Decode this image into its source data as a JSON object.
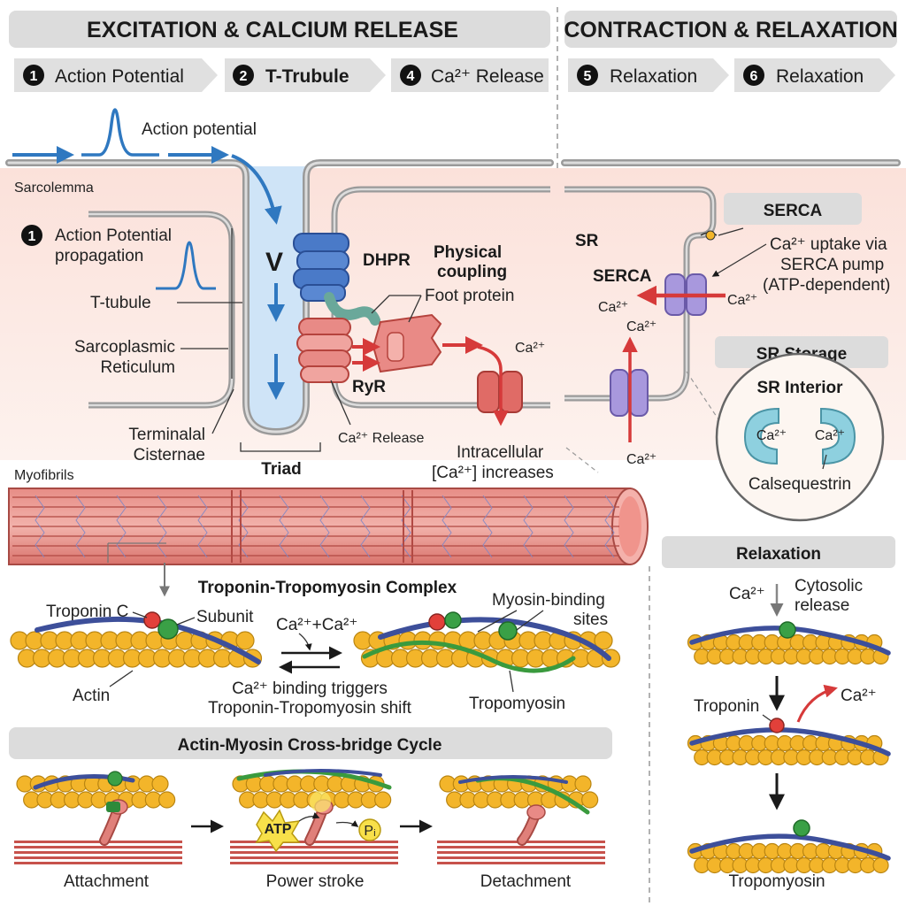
{
  "headers": {
    "left": "EXCITATION & CALCIUM RELEASE",
    "right": "CONTRACTION & RELAXATION"
  },
  "steps": [
    {
      "num": "1",
      "label": "Action Potential"
    },
    {
      "num": "2",
      "label": "T-Trubule"
    },
    {
      "num": "4",
      "label": "Ca²⁺ Release"
    },
    {
      "num": "5",
      "label": "Relaxation"
    },
    {
      "num": "6",
      "label": "Relaxation"
    }
  ],
  "excitation": {
    "action_potential": "Action potential",
    "sarcolemma": "Sarcolemma",
    "ap_propagation_num": "1",
    "ap_propagation_line1": "Action Potential",
    "ap_propagation_line2": "propagation",
    "t_tubule": "T-tubule",
    "sr_line1": "Sarcoplasmic",
    "sr_line2": "Reticulum",
    "terminal_line1": "Terminalal",
    "terminal_line2": "Cisternae",
    "v_label": "V",
    "triad": "Triad",
    "dhpr": "DHPR",
    "ryr": "RyR",
    "ca_release": "Ca²⁺ Release",
    "physical_line1": "Physical",
    "physical_line2": "coupling",
    "foot_protein": "Foot protein",
    "ca": "Ca²⁺",
    "intra_line1": "Intracellular",
    "intra_line2": "[Ca²⁺] increases",
    "myofibrils": "Myofibrils"
  },
  "serca": {
    "box": "SERCA",
    "sr": "SR",
    "serca_label": "SERCA",
    "ca1": "Ca²⁺",
    "ca2": "Ca²⁺",
    "ca3": "Ca²⁺",
    "ca4": "Ca²⁺",
    "uptake_line1": "Ca²⁺ uptake via",
    "uptake_line2": "SERCA pump",
    "uptake_line3": "(ATP-dependent)"
  },
  "storage": {
    "box": "SR Storage",
    "interior": "SR Interior",
    "ca1": "Ca²⁺",
    "ca2": "Ca²⁺",
    "calsequestrin": "Calsequestrin"
  },
  "troponin": {
    "title": "Troponin-Tropomyosin Complex",
    "troponin_c": "Troponin C",
    "subunit": "Subunit",
    "ca_plus": "Ca²⁺+Ca²⁺",
    "actin": "Actin",
    "binding_line1": "Ca²⁺ binding triggers",
    "binding_line2": "Troponin-Tropomyosin shift",
    "myosin_line1": "Myosin-binding",
    "myosin_line2": "sites",
    "tropomyosin": "Tropomyosin"
  },
  "crossbridge": {
    "title": "Actin-Myosin Cross-bridge Cycle",
    "attachment": "Attachment",
    "power_stroke": "Power stroke",
    "detachment": "Detachment",
    "atp": "ATP",
    "pi": "Pᵢ"
  },
  "relax": {
    "title": "Relaxation",
    "ca": "Ca²⁺",
    "cyto_line1": "Cytosolic",
    "cyto_line2": "release",
    "troponin": "Troponin",
    "ca2": "Ca²⁺",
    "tropomyosin": "Tropomyosin"
  },
  "colors": {
    "membrane": "#9a9a9a",
    "cytoplasm": "#fbe1da",
    "ttubule": "#cfe4f7",
    "actin": "#f3b52a",
    "tropomyosin": "#3d4f9a",
    "ca_arrow": "#d63a3a",
    "ap_blue": "#2f78c0",
    "serca": "#9a8cd0",
    "calsequestrin": "#7fc6d6"
  }
}
